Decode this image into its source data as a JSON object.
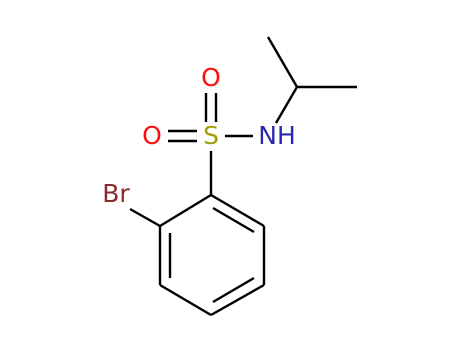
{
  "structure": {
    "atoms": {
      "oxygen_top": "O",
      "oxygen_left": "O",
      "sulfur": "S",
      "nitrogen": "NH",
      "bromine": "Br"
    },
    "colors": {
      "bond": "#000000",
      "oxygen": "#ff0d0d",
      "sulfur": "#a0a000",
      "nitrogen": "#2a2ab0",
      "bromine": "#8a2a2a"
    }
  }
}
